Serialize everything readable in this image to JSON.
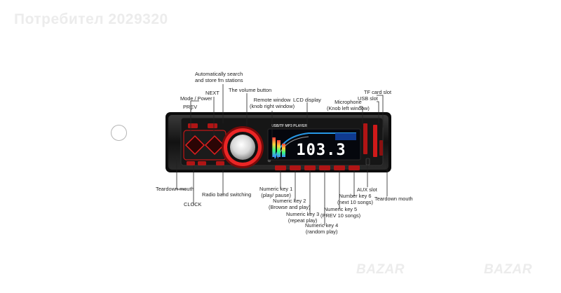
{
  "watermark": "Потребител 2029320",
  "brand_marks": [
    "BAZAR",
    "BAZAR"
  ],
  "radio": {
    "face_label": "USB/TF MP3 PLAYER",
    "display_text": "103.3"
  },
  "callouts": {
    "auto_search": [
      "Automatically search",
      "and store fm stations"
    ],
    "next": "NEXT",
    "volume": "The volume button",
    "mode_power": "Mode / Power",
    "prev": "PREV",
    "remote": [
      "Remote window",
      "(knob right window)"
    ],
    "lcd": "LCD display",
    "microphone": [
      "Microphone",
      "(Knob left window)"
    ],
    "tf_slot": "TF card slot",
    "usb_slot": "USB slot",
    "teardown_left": "Teardown mouth",
    "clock": "CLOCK",
    "radio_band": "Radio band switching",
    "key1": [
      "Numeric key 1",
      "(play/ pause)"
    ],
    "key2": [
      "Numeric key 2",
      "(Browse and play)"
    ],
    "key3": [
      "Numeric key 3",
      "(repeat play)"
    ],
    "key4": [
      "Numeric key 4",
      "(random play)"
    ],
    "key5": [
      "Numeric key 5",
      "(PREV 10 songs)"
    ],
    "key6": [
      "Number key 6",
      "(next 10 songs)"
    ],
    "aux": "AUX slot",
    "teardown_right": "Teardown mouth"
  }
}
